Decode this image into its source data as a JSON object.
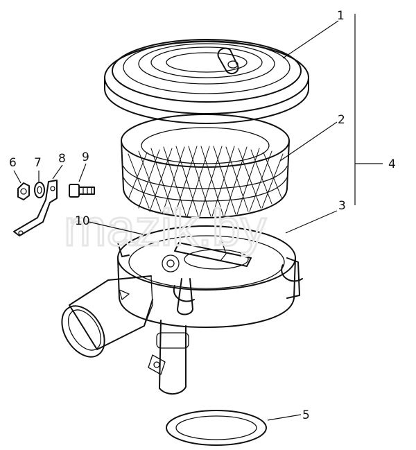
{
  "watermark": "mazik.by",
  "callouts": [
    {
      "label": "1"
    },
    {
      "label": "2"
    },
    {
      "label": "3"
    },
    {
      "label": "4"
    },
    {
      "label": "5"
    },
    {
      "label": "6"
    },
    {
      "label": "7"
    },
    {
      "label": "8"
    },
    {
      "label": "9"
    },
    {
      "label": "10"
    }
  ]
}
